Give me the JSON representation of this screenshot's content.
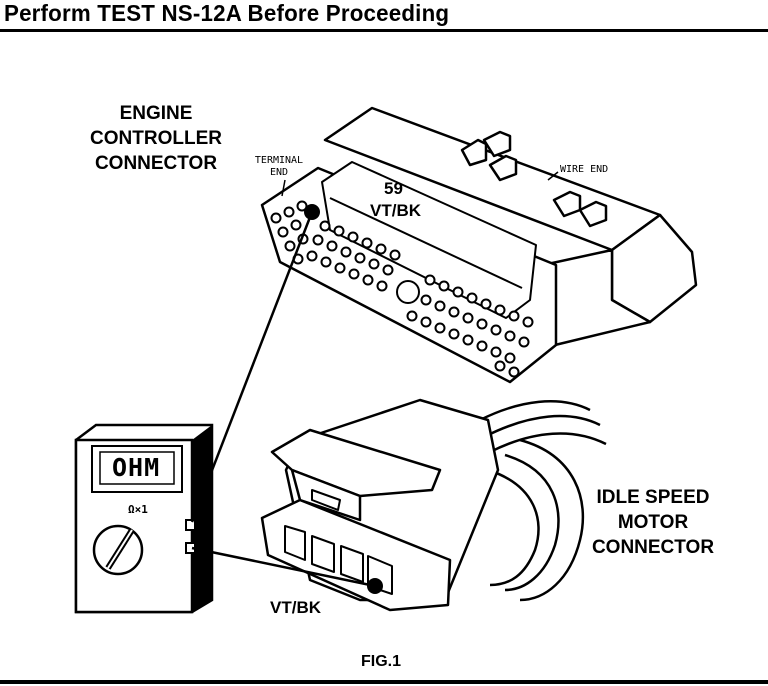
{
  "header": {
    "title": "Perform  TEST NS-12A  Before Proceeding"
  },
  "diagram": {
    "engine_controller_label": [
      "ENGINE",
      "CONTROLLER",
      "CONNECTOR"
    ],
    "terminal_end_label": [
      "TERMINAL",
      "END"
    ],
    "wire_end_label": "WIRE END",
    "pin_number": "59",
    "pin_wire_color": "VT/BK",
    "meter_display": "OHM",
    "meter_range": "Ω×1",
    "idle_speed_label": [
      "IDLE SPEED",
      "MOTOR",
      "CONNECTOR"
    ],
    "idle_wire_color": "VT/BK"
  },
  "footer": {
    "figure_label": "FIG.1"
  }
}
